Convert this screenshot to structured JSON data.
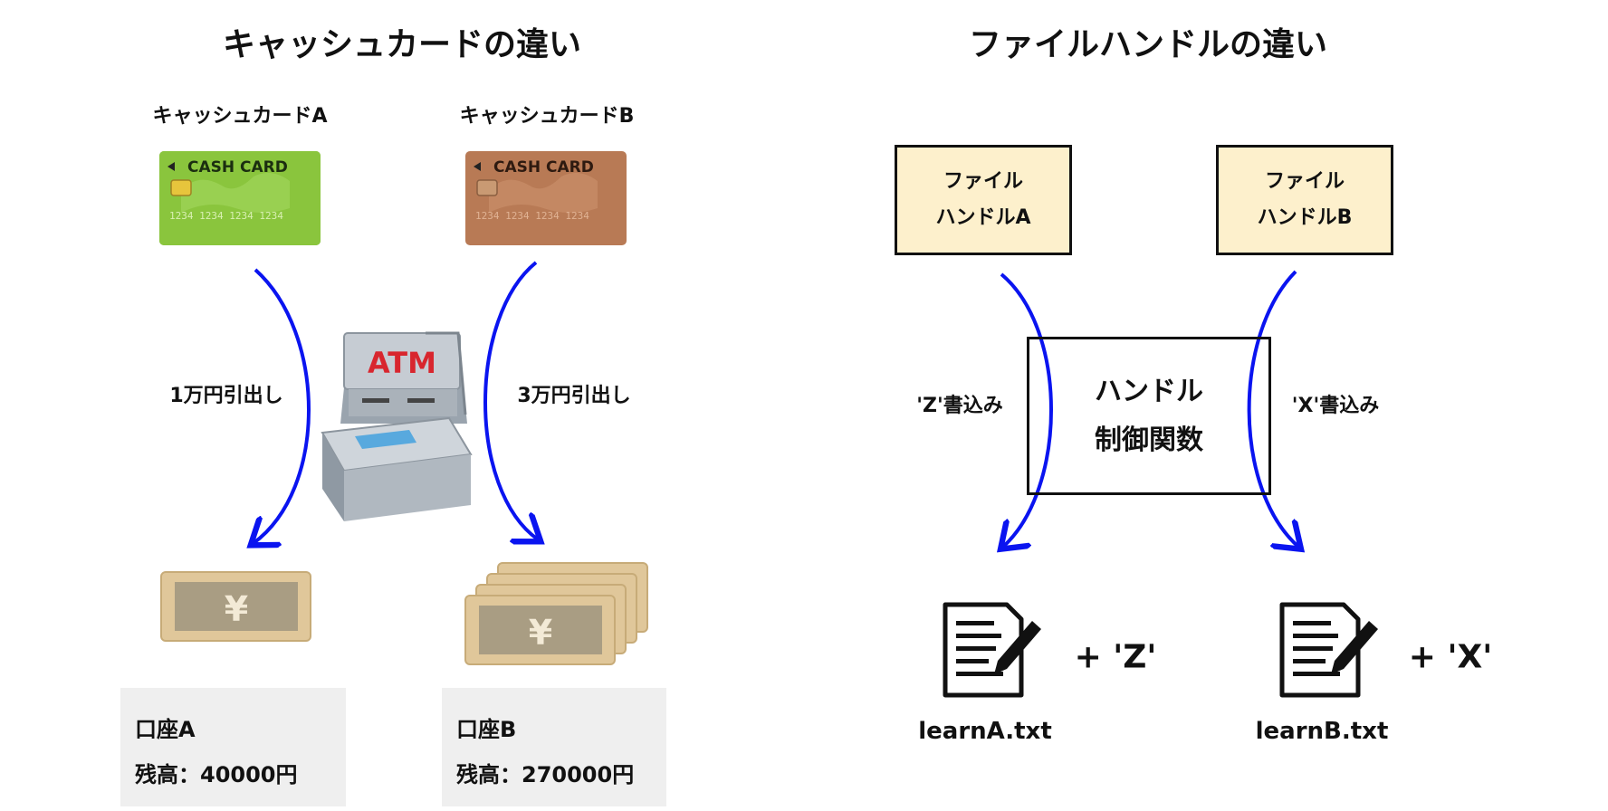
{
  "left": {
    "title": "キャッシュカードの違い",
    "card_a": {
      "label": "キャッシュカードA",
      "face_text": "CASH CARD",
      "number": "1234 1234 1234 1234",
      "color": "#8cc63f"
    },
    "card_b": {
      "label": "キャッシュカードB",
      "face_text": "CASH CARD",
      "number": "1234 1234 1234 1234",
      "color": "#b87a55"
    },
    "atm_text": "ATM",
    "withdraw_a": "1万円引出し",
    "withdraw_b": "3万円引出し",
    "yen_symbol": "¥",
    "account_a": {
      "name": "口座A",
      "balance": "残高：40000円"
    },
    "account_b": {
      "name": "口座B",
      "balance": "残高：270000円"
    }
  },
  "right": {
    "title": "ファイルハンドルの違い",
    "handle_a": {
      "line1": "ファイル",
      "line2": "ハンドルA"
    },
    "handle_b": {
      "line1": "ファイル",
      "line2": "ハンドルB"
    },
    "control": {
      "line1": "ハンドル",
      "line2": "制御関数"
    },
    "write_a": "'Z'書込み",
    "write_b": "'X'書込み",
    "file_a": {
      "name": "learnA.txt",
      "append": "+ 'Z'"
    },
    "file_b": {
      "name": "learnB.txt",
      "append": "+ 'X'"
    }
  },
  "colors": {
    "arrow": "#0a14f0",
    "handle_box": "#fdf0cc",
    "account_bg": "#efefef"
  }
}
